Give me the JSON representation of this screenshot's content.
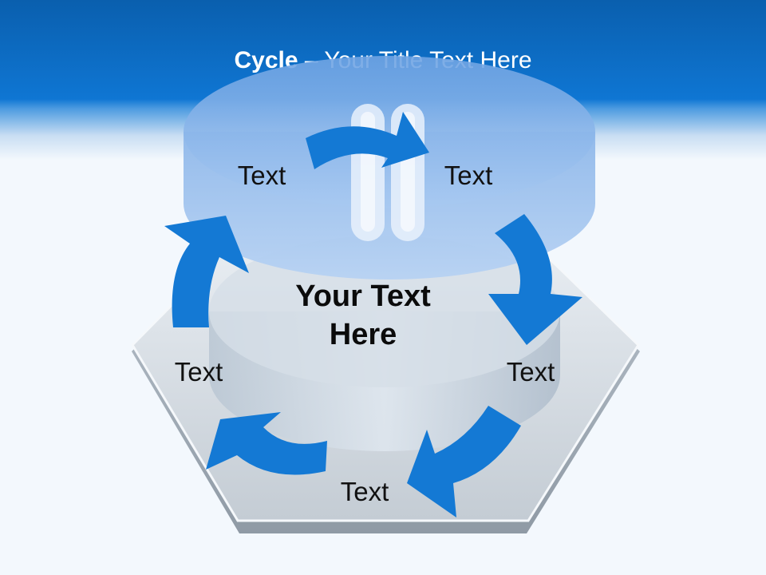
{
  "title": {
    "bold": "Cycle",
    "dash": " – ",
    "rest": "Your Title Text Here"
  },
  "center": {
    "line1": "Your Text",
    "line2": "Here"
  },
  "labels": [
    "Text",
    "Text",
    "Text",
    "Text",
    "Text"
  ],
  "colors": {
    "header": "#0f76d3",
    "arrow": "#1479d4",
    "background": "#f3f8fd"
  },
  "icons": [
    "cycle-arrow-icon",
    "hexagon-base-graphic",
    "capsule-cylinder-graphic"
  ]
}
